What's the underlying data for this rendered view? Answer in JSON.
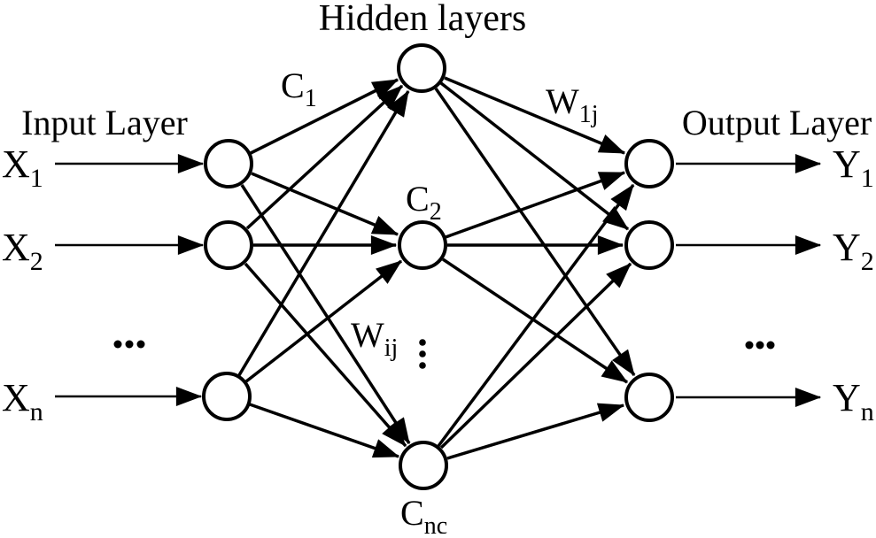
{
  "diagram": {
    "title": "Hidden layers",
    "colors": {
      "ink": "#000000",
      "background": "#ffffff",
      "node_fill": "#ffffff"
    },
    "input_layer": {
      "label": "Input Layer",
      "nodes": [
        {
          "main": "X",
          "sub": "1"
        },
        {
          "main": "X",
          "sub": "2"
        },
        {
          "main": "X",
          "sub": "n"
        }
      ]
    },
    "hidden_layer": {
      "node_labels": [
        {
          "main": "C",
          "sub": "1"
        },
        {
          "main": "C",
          "sub": "2"
        },
        {
          "main": "C",
          "sub": "nc"
        }
      ]
    },
    "output_layer": {
      "label": "Output Layer",
      "nodes": [
        {
          "main": "Y",
          "sub": "1"
        },
        {
          "main": "Y",
          "sub": "2"
        },
        {
          "main": "Y",
          "sub": "n"
        }
      ]
    },
    "weights": [
      {
        "main": "W",
        "sub": "1j"
      },
      {
        "main": "W",
        "sub": "ij"
      }
    ],
    "icons": {
      "horizontal_ellipsis": "...",
      "vertical_ellipsis": "⋮"
    }
  }
}
